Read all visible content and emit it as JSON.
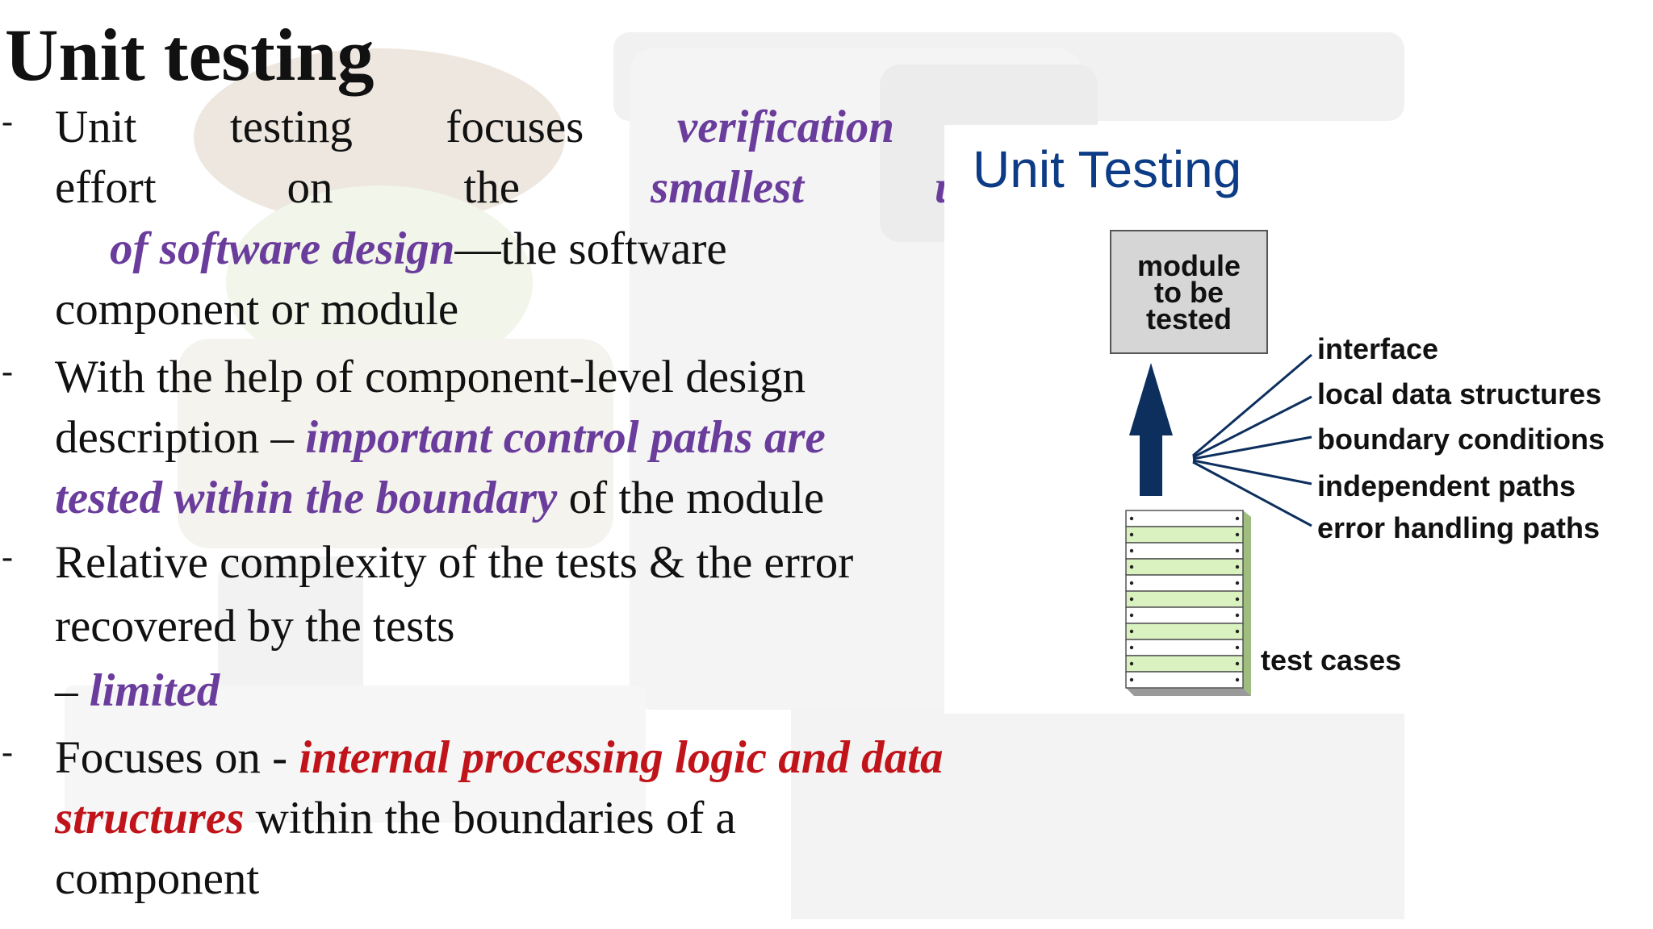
{
  "slide": {
    "title": "Unit testing",
    "bullets": [
      {
        "lines": [
          {
            "parts": [
              {
                "text": "Unit",
                "style": "normal"
              },
              {
                "text": "testing",
                "style": "normal"
              },
              {
                "text": "focuses",
                "style": "normal"
              },
              {
                "text": "verification",
                "style": "purple"
              }
            ]
          },
          {
            "parts": [
              {
                "text": "effort",
                "style": "normal"
              },
              {
                "text": "on",
                "style": "normal"
              },
              {
                "text": "the",
                "style": "normal"
              },
              {
                "text": "smallest",
                "style": "purple"
              },
              {
                "text": "unit",
                "style": "purple"
              }
            ]
          },
          {
            "parts": [
              {
                "text": "of  software design",
                "style": "purple"
              },
              {
                "text": "—the software",
                "style": "normal"
              }
            ]
          },
          {
            "parts": [
              {
                "text": "component or module",
                "style": "normal"
              }
            ]
          }
        ]
      },
      {
        "lines": [
          {
            "parts": [
              {
                "text": "With the help of component-level design",
                "style": "normal"
              }
            ]
          },
          {
            "parts": [
              {
                "text": "description – ",
                "style": "normal"
              },
              {
                "text": "important  control paths are",
                "style": "purple"
              }
            ]
          },
          {
            "parts": [
              {
                "text": "tested within the boundary",
                "style": "purple"
              },
              {
                "text": " of the module",
                "style": "normal"
              }
            ]
          }
        ]
      },
      {
        "lines": [
          {
            "parts": [
              {
                "text": "Relative complexity of the tests & the error",
                "style": "normal"
              }
            ]
          },
          {
            "parts": [
              {
                "text": "recovered by the tests",
                "style": "normal"
              }
            ]
          },
          {
            "parts": [
              {
                "text": "– ",
                "style": "normal"
              },
              {
                "text": "limited",
                "style": "purple"
              }
            ]
          }
        ]
      },
      {
        "lines": [
          {
            "parts": [
              {
                "text": "Focuses on - ",
                "style": "normal"
              },
              {
                "text": "internal processing logic and data",
                "style": "red"
              }
            ]
          },
          {
            "parts": [
              {
                "text": "structures",
                "style": "red"
              },
              {
                "text": " within  the boundaries of a",
                "style": "normal"
              }
            ]
          },
          {
            "parts": [
              {
                "text": "component",
                "style": "normal"
              }
            ]
          }
        ]
      }
    ],
    "bullet_symbol": "-"
  },
  "diagram": {
    "title": "Unit Testing",
    "module_box": "module\nto be\ntested",
    "factors": [
      "interface",
      "local data structures",
      "boundary conditions",
      "independent paths",
      "error handling paths"
    ],
    "test_cases_label": "test cases"
  },
  "colors": {
    "emphasis_purple": "#6a3c9c",
    "emphasis_red": "#c0141a",
    "diagram_title": "#0d3c86",
    "arrow": "#0d2f5e",
    "test_row_green": "#d9f2c0"
  }
}
